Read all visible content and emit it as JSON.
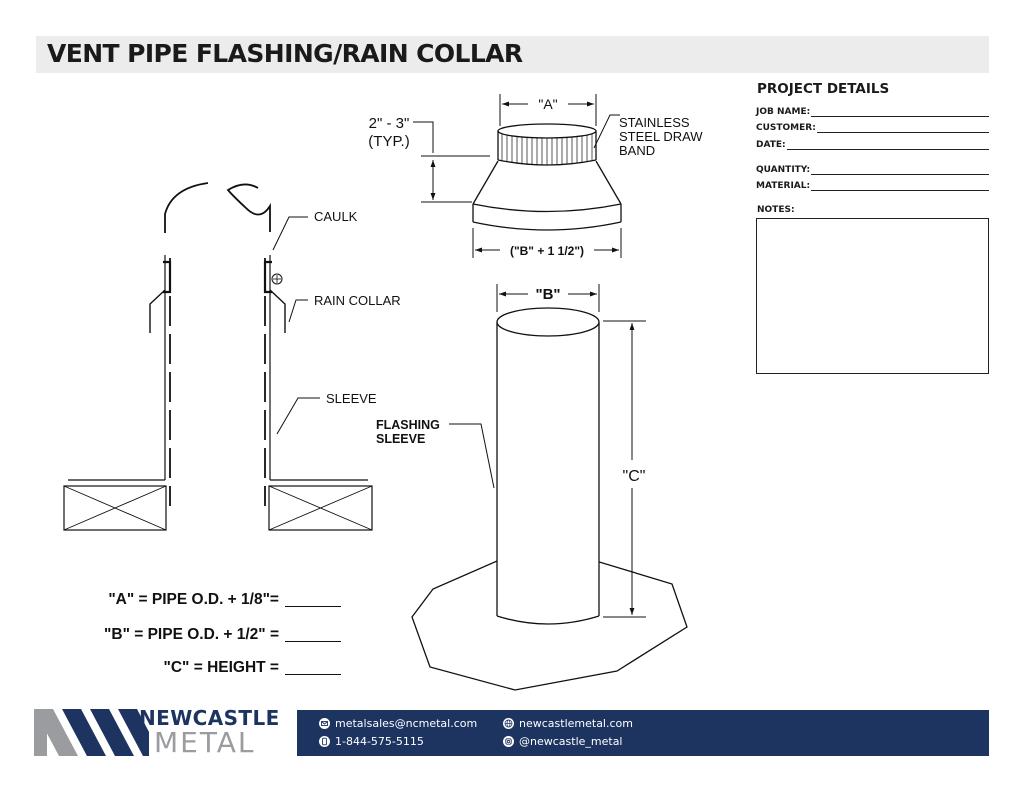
{
  "header": {
    "title": "VENT PIPE FLASHING/RAIN COLLAR"
  },
  "diagram": {
    "labels": {
      "caulk": "CAULK",
      "rain_collar": "RAIN COLLAR",
      "sleeve": "SLEEVE",
      "typ_dim": "2\" - 3\"",
      "typ_note": "(TYP.)",
      "dim_a": "\"A\"",
      "stainless_1": "STAINLESS",
      "stainless_2": "STEEL DRAW",
      "stainless_3": "BAND",
      "dim_b_plus": "(\"B\" + 1 1/2\")",
      "dim_b": "\"B\"",
      "dim_c": "\"C\"",
      "flashing_1": "FLASHING",
      "flashing_2": "SLEEVE"
    }
  },
  "formulas": [
    {
      "text": "\"A\" = PIPE O.D. + 1/8\"="
    },
    {
      "text": "\"B\" = PIPE O.D. + 1/2\" ="
    },
    {
      "text": "\"C\" = HEIGHT ="
    }
  ],
  "project": {
    "heading": "PROJECT DETAILS",
    "fields": {
      "job_name": "JOB NAME:",
      "customer": "CUSTOMER:",
      "date": "DATE:",
      "quantity": "QUANTITY:",
      "material": "MATERIAL:"
    },
    "notes_label": "NOTES:"
  },
  "logo": {
    "word1": "NEWCASTLE",
    "word2": "METAL"
  },
  "footer": {
    "email": "metalsales@ncmetal.com",
    "phone": "1-844-575-5115",
    "website": "newcastlemetal.com",
    "instagram": "@newcastle_metal"
  },
  "colors": {
    "navy": "#1d3461",
    "logo_gray": "#9a9ca0",
    "title_bar": "#ececec"
  },
  "icons": [
    "email-icon",
    "phone-icon",
    "globe-icon",
    "instagram-icon"
  ]
}
